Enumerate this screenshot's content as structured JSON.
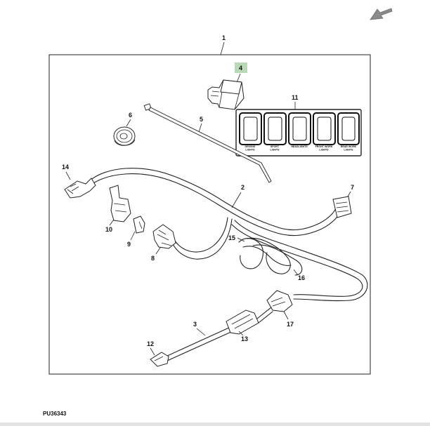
{
  "figure_id": "PU36343",
  "highlighted_callout": "4",
  "highlight_color": "#b9d8b5",
  "nav_arrow_color": "#8a8a8a",
  "callouts": {
    "c1": "1",
    "c2": "2",
    "c3": "3",
    "c4": "4",
    "c5": "5",
    "c6": "6",
    "c7": "7",
    "c8": "8",
    "c9": "9",
    "c10": "10",
    "c11": "11",
    "c12": "12",
    "c13": "13",
    "c14": "14",
    "c15": "15",
    "c16": "16",
    "c17": "17"
  },
  "switch_labels": {
    "s1": [
      "DRIVING",
      "LIGHTS"
    ],
    "s2": [
      "SPORT",
      "LIGHTS"
    ],
    "s3": [
      "HEADLIGHTS"
    ],
    "s4": [
      "FRONT WORK",
      "LIGHTS"
    ],
    "s5": [
      "REAR WORK",
      "LIGHTS"
    ]
  },
  "icons": {
    "nav": "arrow-down-left-icon"
  }
}
